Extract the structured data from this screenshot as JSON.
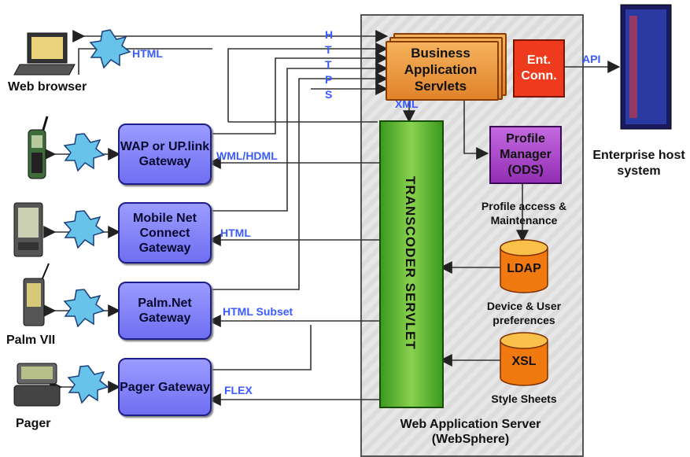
{
  "devices": {
    "web_browser": "Web browser",
    "palm_vii": "Palm VII",
    "pager": "Pager"
  },
  "gateways": {
    "wap": "WAP or UP.link Gateway",
    "mobile_net": "Mobile Net Connect Gateway",
    "palm_net": "Palm.Net Gateway",
    "pager": "Pager Gateway"
  },
  "links": {
    "html_browser": "HTML",
    "wml": "WML/HDML",
    "html_mobile": "HTML",
    "html_subset": "HTML Subset",
    "flex": "FLEX",
    "xml": "XML",
    "api": "API",
    "http_letters": [
      "H",
      "T",
      "T",
      "P",
      "S"
    ]
  },
  "server": {
    "business_servlets": "Business Application Servlets",
    "ent_conn": "Ent. Conn.",
    "profile_manager": "Profile Manager (ODS)",
    "profile_access": "Profile access & Maintenance",
    "transcoder": "TRANSCODER SERVLET",
    "ldap": "LDAP",
    "ldap_caption": "Device & User preferences",
    "xsl": "XSL",
    "xsl_caption": "Style Sheets",
    "title": "Web Application Server (WebSphere)"
  },
  "enterprise": {
    "label": "Enterprise host system"
  },
  "colors": {
    "link_blue": "#3a5bff",
    "gateway_fill": "#8080f5",
    "servlet_orange": "#e8942f",
    "transcoder_green": "#4cae2a",
    "profile_purple": "#a23cc4",
    "db_orange": "#f07a10"
  }
}
